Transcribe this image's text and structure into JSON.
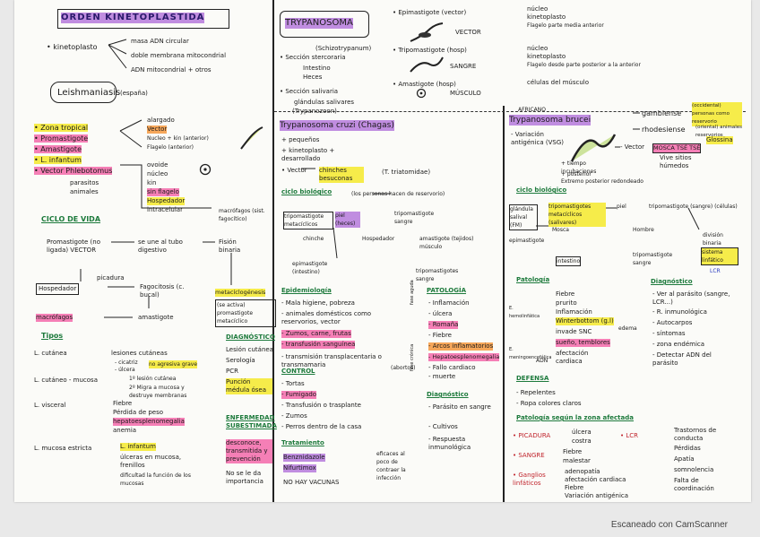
{
  "col1": {
    "title": "ORDEN KINETOPLASTIDA",
    "kinetoplasto": "• kinetoplasto",
    "k1": "masa ADN circular",
    "k2": "doble membrana mitocondrial",
    "k3": "ADN mitocondrial + otros",
    "leish_title": "Leishmaniasis",
    "leish_sub": "(españa)",
    "zona": "• Zona tropical",
    "promastigote": "• Promastigote",
    "amastigote": "• Amastigote",
    "infantum": "• L. infantum",
    "vector": "• Vector Phlebotomus",
    "parasitos": "parasitos",
    "animales": "animales",
    "p1": "alargado",
    "p2": "Vector",
    "p3": "Nucleo + kin (anterior)",
    "p4": "Flagelo (anterior)",
    "a1": "ovoide",
    "a2": "núcleo",
    "a3": "kin",
    "a4": "sin flagelo",
    "a5": "Hospedador",
    "a6": "intracelular",
    "macrofagos_sub": "macrófagos (sist. fagocítico)",
    "ciclo_title": "CICLO DE VIDA",
    "c_prom": "Promastigote (no ligada) VECTOR",
    "c_tubo": "se une al tubo digestivo",
    "c_fision": "Fisión binaria",
    "c_picadura": "picadura",
    "c_hosp": "Hospedador",
    "c_fago": "Fagocitosis (c. bucal)",
    "c_macro": "macrófagos",
    "c_amast": "amastigote",
    "c_meta": "metacíclogénesis",
    "c_seactiva": "(se activa) promastigote metacíclico",
    "tipos_title": "Tipos",
    "t_cut": "L. cutánea",
    "t_cut1": "lesiones cutáneas",
    "t_cut2": "- cicatriz",
    "t_cut3": "- úlcera",
    "t_cut4": "no agresiva grave",
    "t_muc": "L. cutáneo - mucosa",
    "t_muc1": "1º lesión cutánea",
    "t_muc2": "2º Migra a mucosa y destruye membranas",
    "t_vis": "L. visceral",
    "t_vis1": "Fiebre",
    "t_vis2": "Pérdida de peso",
    "t_vis3": "hepatoesplenomegalia",
    "t_vis4": "anemia",
    "t_est": "L. mucosa estricta",
    "t_est1": "L. infantum",
    "t_est2": "úlceras en mucosa, frenillos",
    "t_est3": "dificultad la función de los mucosas",
    "diag_title": "DIAGNÓSTICO",
    "d1": "Lesión cutánea",
    "d2": "Serología",
    "d3": "PCR",
    "d4": "Punción médula ósea",
    "enf_title": "ENFERMEDAD SUBESTIMADA",
    "e1": "desconoce, transmitida y prevención",
    "e2": "No se le da importancia"
  },
  "col2": {
    "title": "TRYPANOSOMA",
    "sub": "(Schizotrypanum)",
    "sec_est": "• Sección stercoraria",
    "s1": "Intestino",
    "s2": "Heces",
    "sec_sal": "• Sección salivaria",
    "s3": "glándulas salivares",
    "s4": "(Trypanozoon)",
    "epi": "• Epimastigote (vector)",
    "epi1": "núcleo",
    "epi2": "kinetoplasto",
    "epi3": "Flagelo parte media anterior",
    "vector_lbl": "VECTOR",
    "trip": "• Tripomastigote (hosp)",
    "trip1": "núcleo",
    "trip2": "kinetoplasto",
    "trip3": "Flagelo desde parte posterior a la anterior",
    "sangre": "SANGRE",
    "ama": "• Amastigote (hosp)",
    "ama1": "células del músculo",
    "musculo": "MÚSCULO",
    "cruzi": "Trypanosoma cruzi (Chagas)",
    "cr1": "+ pequeños",
    "cr2": "+ kinetoplasto + desarrollado",
    "cr3": "• Vector",
    "cr4": "chinches besuconas",
    "cr5": "(T. triatomidae)",
    "ciclo": "ciclo biológico",
    "ciclo_sub": "(los personas hacen de reservorio)",
    "cb1": "tripomastigote metacíclicos",
    "cb2": "piel (heces)",
    "cb3": "tripomastigote sangre",
    "cb4": "chinche",
    "cb5": "Hospedador",
    "cb6": "amastigote (tejidos) músculo",
    "cb7": "epimastigote (intestino)",
    "cb8": "tripomastigotes sangre",
    "epid_title": "Epidemiología",
    "ep1": "- Mala higiene, pobreza",
    "ep2": "- animales domésticos como reservorios, vector",
    "ep3": "- Zumos, carne, frutas",
    "ep4": "- transfusión sanguínea",
    "ep5": "- transmisión transplacentaria o transmamaria",
    "ep6": "(abortos)",
    "control_title": "CONTROL",
    "co1": "- Tortas",
    "co2": "- Fumigado",
    "co3": "- Transfusión o trasplante",
    "co4": "- Zumos",
    "co5": "- Perros dentro de la casa",
    "trat_title": "Tratamiento",
    "tr1": "Benznidazole",
    "tr2": "Nifurtimox",
    "tr3": "NO HAY VACUNAS",
    "tr4": "eficaces al poco de contraer la infección",
    "pat_title": "PATOLOGÍA",
    "pt1": "- Inflamación",
    "pt2": "- úlcera",
    "pt3": "- Romaña",
    "pt4": "- Fiebre",
    "pt5": "- Arcos inflamatorios",
    "pt6": "- Hepatoesplenomegalia",
    "pt7": "- Fallo cardiaco",
    "pt8": "- muerte",
    "pt_side1": "fase aguda",
    "pt_side2": "fase crónica",
    "diag_title": "Diagnóstico",
    "dg1": "- Parásito en sangre",
    "dg2": "- Cultivos",
    "dg3": "- Respuesta inmunológica"
  },
  "col3": {
    "africano": "AFRICANO",
    "brucei": "Trypanosoma brucei",
    "gamb": "gambiense",
    "gamb_sub": "(occidental) personas como reservorio",
    "rhod": "rhodesiense",
    "rhod_sub": "(oriental) animales reservorios",
    "var": "- Variación antigénica (VSG)",
    "vector": "- Vector",
    "mosca": "MOSCA TSÉ TSÉ",
    "glossina": "Glossina",
    "vm1": "Vive sitios húmedos",
    "tc1": "+ tiempo incubaciones",
    "tc2": "+ posterior",
    "tc3": "Extremo posterior redondeado",
    "ciclo": "ciclo biológico",
    "cb1": "glándula salival (FM)",
    "cb2": "tripomastigotes metacíclicos (salivares)",
    "cb3": "piel",
    "cb4": "tripomastigote (sangre) (células)",
    "cb5": "Mosca",
    "cb6": "Hombre",
    "cb7": "epimastigote",
    "cb8": "intestino",
    "cb9": "tripomastigote sangre",
    "cb10": "división binaria",
    "cb11": "sistema linfático",
    "cb12": "LCR",
    "pat_title": "Patología",
    "p1": "Fiebre",
    "p2": "prurito",
    "p3": "Inflamación",
    "p4": "Winterbottom (g.l)",
    "p5": "edema",
    "p6": "invade SNC",
    "p7": "sueño, temblores",
    "p8": "afectación cardiaca",
    "p_e1": "E. hemolinfática",
    "p_e2": "E. meningoencefálica",
    "p_adn": "ADN",
    "diag_title": "Diagnóstico",
    "dg1": "- Ver al parásito (sangre, LCR...)",
    "dg2": "- R. inmunológica",
    "dg3": "- Autocarpos",
    "dg4": "- síntomas",
    "dg5": "- zona endémica",
    "dg6": "- Detectar ADN del parásito",
    "def_title": "DEFENSA",
    "df1": "- Repelentes",
    "df2": "- Ropa colores claros",
    "pgz_title": "Patología según la zona afectada",
    "z1": "• PICADURA",
    "z1a": "úlcera",
    "z1b": "costra",
    "z2": "• SANGRE",
    "z2a": "Fiebre",
    "z2b": "malestar",
    "z3": "• Ganglios linfáticos",
    "z3a": "adenopatía",
    "z3b": "afectación cardiaca",
    "z3c": "Fiebre",
    "z3d": "Variación antigénica",
    "z4": "• LCR",
    "z4a": "Trastornos de conducta",
    "z4b": "Pérdidas",
    "z4c": "Apatía",
    "z4d": "somnolencia",
    "z4e": "Falta de coordinación"
  },
  "footer": "Escaneado con CamScanner"
}
